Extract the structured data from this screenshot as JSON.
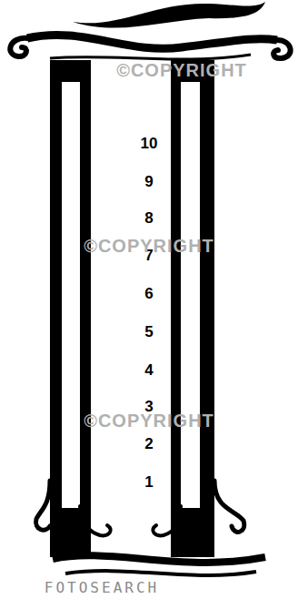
{
  "diagram": {
    "labels": [
      "10",
      "9",
      "8",
      "7",
      "6",
      "5",
      "4",
      "3",
      "2",
      "1",
      "©COPYRIGHT",
      "©COPYRIGHT",
      "©COPYRIGHT",
      "FOTOSEARCH"
    ]
  }
}
